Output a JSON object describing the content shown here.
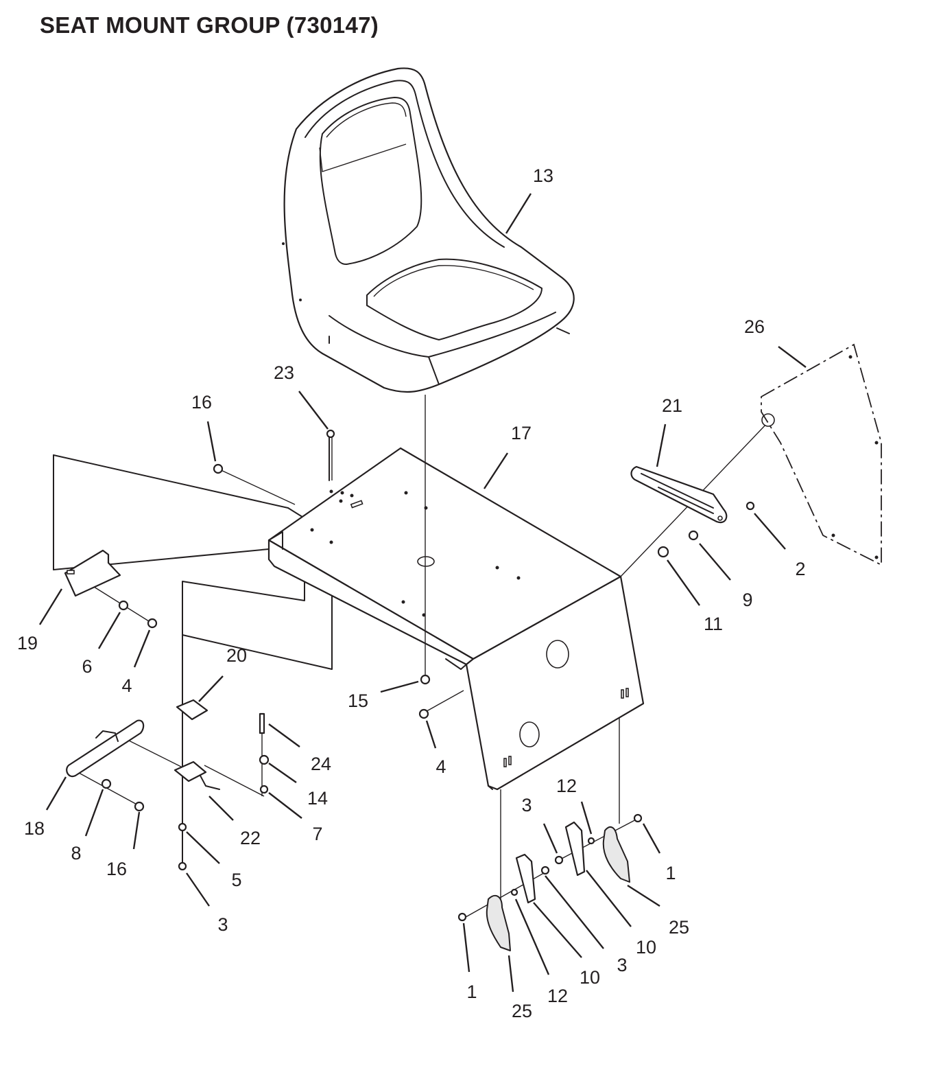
{
  "title": "SEAT MOUNT GROUP (730147)",
  "callouts": [
    {
      "id": "c13",
      "label": "13"
    },
    {
      "id": "c26",
      "label": "26"
    },
    {
      "id": "c23",
      "label": "23"
    },
    {
      "id": "c16a",
      "label": "16"
    },
    {
      "id": "c17",
      "label": "17"
    },
    {
      "id": "c21",
      "label": "21"
    },
    {
      "id": "c2",
      "label": "2"
    },
    {
      "id": "c9",
      "label": "9"
    },
    {
      "id": "c11",
      "label": "11"
    },
    {
      "id": "c19",
      "label": "19"
    },
    {
      "id": "c6",
      "label": "6"
    },
    {
      "id": "c4a",
      "label": "4"
    },
    {
      "id": "c20",
      "label": "20"
    },
    {
      "id": "c15",
      "label": "15"
    },
    {
      "id": "c4b",
      "label": "4"
    },
    {
      "id": "c24",
      "label": "24"
    },
    {
      "id": "c14",
      "label": "14"
    },
    {
      "id": "c7",
      "label": "7"
    },
    {
      "id": "c18",
      "label": "18"
    },
    {
      "id": "c8",
      "label": "8"
    },
    {
      "id": "c16b",
      "label": "16"
    },
    {
      "id": "c22",
      "label": "22"
    },
    {
      "id": "c5",
      "label": "5"
    },
    {
      "id": "c3a",
      "label": "3"
    },
    {
      "id": "c12a",
      "label": "12"
    },
    {
      "id": "c3b",
      "label": "3"
    },
    {
      "id": "c1a",
      "label": "1"
    },
    {
      "id": "c25a",
      "label": "25"
    },
    {
      "id": "c10a",
      "label": "10"
    },
    {
      "id": "c3c",
      "label": "3"
    },
    {
      "id": "c10b",
      "label": "10"
    },
    {
      "id": "c12b",
      "label": "12"
    },
    {
      "id": "c1b",
      "label": "1"
    },
    {
      "id": "c25b",
      "label": "25"
    }
  ]
}
